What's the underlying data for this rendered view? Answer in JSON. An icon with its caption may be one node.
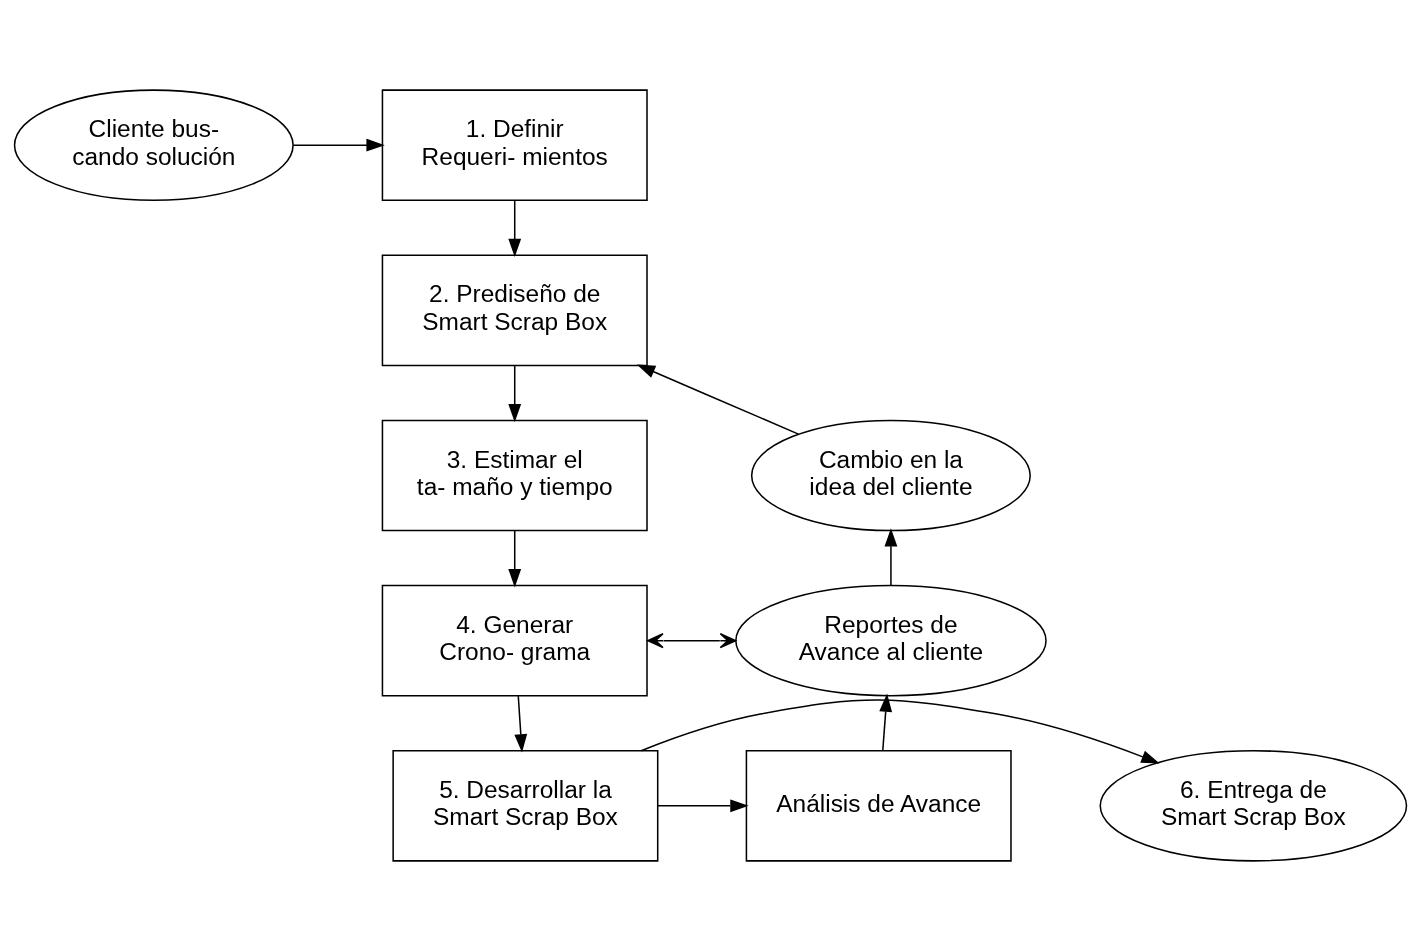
{
  "diagram": {
    "nodes": [
      {
        "text": [
          "Cliente bus- cando solución"
        ]
      },
      {
        "text": [
          "1. Definir Requeri- mientos"
        ]
      },
      {
        "text": [
          "2. Prediseño de Smart Scrap Box"
        ]
      },
      {
        "text": [
          "3. Estimar el ta- maño y tiempo"
        ]
      },
      {
        "text": [
          "4. Generar Crono- grama"
        ]
      },
      {
        "text": [
          "Cambio en la idea del cliente"
        ]
      },
      {
        "text": [
          "Reportes de Avance al cliente"
        ]
      },
      {
        "text": [
          "6. Entrega de Smart Scrap Box"
        ]
      },
      {
        "text": [
          "5. Desarrollar la Smart Scrap Box"
        ]
      },
      {
        "text": [
          "Análisis de Avance"
        ]
      }
    ],
    "edges": [
      {
        "from": 0,
        "to": 1,
        "arrow": "to"
      },
      {
        "from": 1,
        "to": 2,
        "arrow": "to"
      },
      {
        "from": 2,
        "to": 3,
        "arrow": "to"
      },
      {
        "from": 3,
        "to": 4,
        "arrow": "to"
      },
      {
        "from": 4,
        "to": 6,
        "arrow": "both"
      },
      {
        "from": 4,
        "to": 8,
        "arrow": "to"
      },
      {
        "from": 8,
        "to": 7,
        "arrow": "to"
      },
      {
        "from": 8,
        "to": 9,
        "arrow": "to"
      },
      {
        "from": 9,
        "to": 6,
        "arrow": "to"
      },
      {
        "from": 6,
        "to": 5,
        "arrow": "to"
      },
      {
        "from": 5,
        "to": 2,
        "arrow": "to"
      }
    ]
  }
}
